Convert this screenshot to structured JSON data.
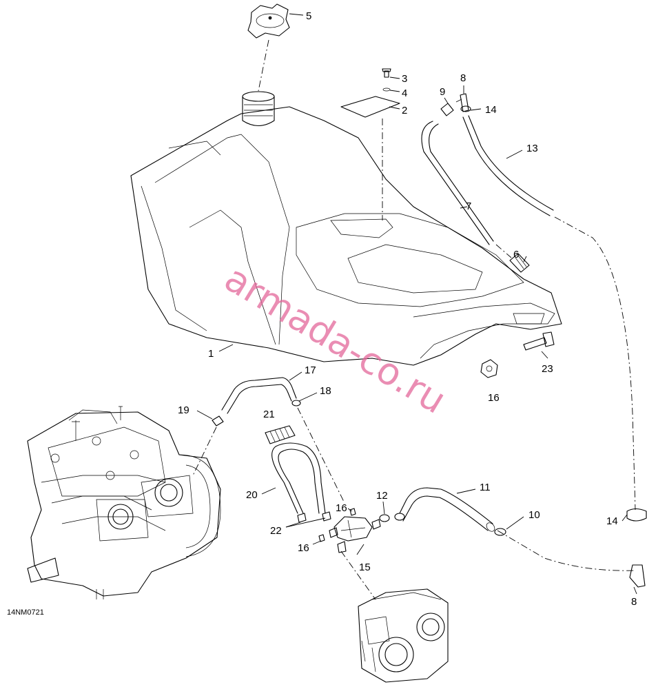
{
  "diagram": {
    "reference_code": "14NM0721",
    "watermark": "armada-co.ru",
    "callouts": [
      "1",
      "2",
      "3",
      "4",
      "5",
      "6",
      "7",
      "8",
      "9",
      "10",
      "11",
      "12",
      "13",
      "14",
      "15",
      "16",
      "17",
      "18",
      "19",
      "20",
      "21",
      "22",
      "23"
    ],
    "callout_extra": {
      "c14b": "14",
      "c8b": "8",
      "c16b": "16",
      "c16c": "16"
    },
    "colors": {
      "line": "#000000",
      "background": "#ffffff",
      "watermark": "#e3679a"
    }
  }
}
